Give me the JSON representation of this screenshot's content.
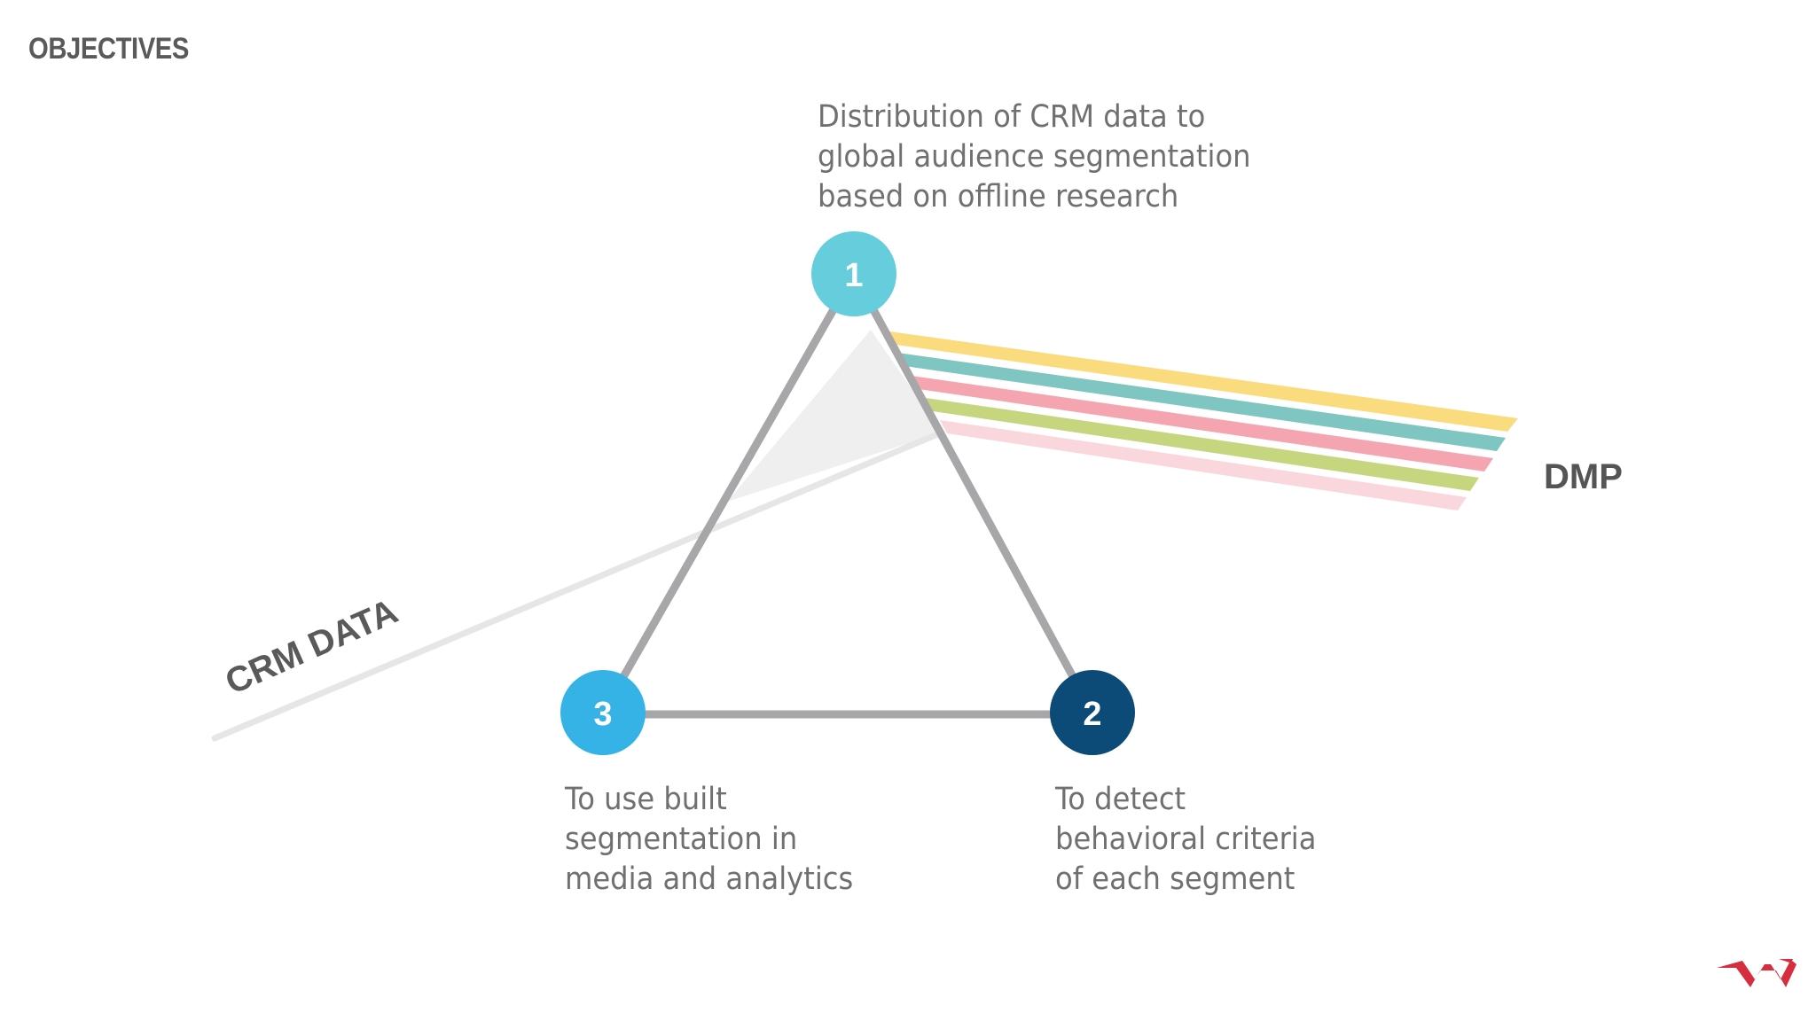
{
  "slide": {
    "title": "OBJECTIVES"
  },
  "nodes": [
    {
      "number": "1",
      "color": "#65cddb",
      "caption_lines": [
        "Distribution of CRM data to",
        "global audience segmentation",
        "based on offline research"
      ]
    },
    {
      "number": "2",
      "color": "#0c4a78",
      "caption_lines": [
        "To detect",
        "behavioral criteria",
        "of each segment"
      ]
    },
    {
      "number": "3",
      "color": "#35b2e6",
      "caption_lines": [
        "To use built",
        "segmentation in",
        "media and analytics"
      ]
    }
  ],
  "beam": {
    "input_label": "CRM DATA",
    "output_label": "DMP",
    "input_color": "#e6e6e6",
    "triangle_color": "#a7a7a9",
    "stripe_colors": [
      "#fadc7e",
      "#7fc5c1",
      "#f5a5b0",
      "#c5d67e",
      "#f9d7dd"
    ]
  },
  "logo": {
    "text": "W",
    "color": "#d72e3f",
    "icon": "w-logo-icon"
  }
}
